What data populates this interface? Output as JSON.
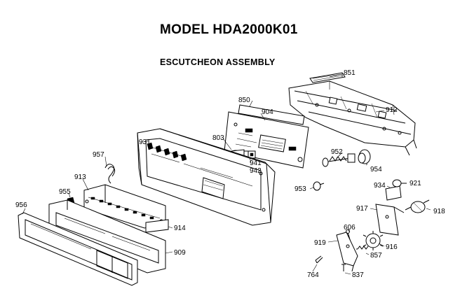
{
  "header": {
    "title": "MODEL HDA2000K01",
    "subtitle": "ESCUTCHEON ASSEMBLY"
  },
  "callouts": {
    "c851": "851",
    "c912": "912",
    "c850": "850",
    "c904": "904",
    "c803": "803",
    "c931": "931",
    "c941": "941",
    "c942": "942",
    "c952": "952",
    "c954": "954",
    "c957": "957",
    "c913": "913",
    "c953": "953",
    "c934": "934",
    "c921": "921",
    "c955": "955",
    "c956": "956",
    "c917": "917",
    "c918": "918",
    "c914": "914",
    "c606": "606",
    "c916": "916",
    "c919": "919",
    "c909": "909",
    "c857": "857",
    "c764": "764",
    "c837": "837"
  }
}
